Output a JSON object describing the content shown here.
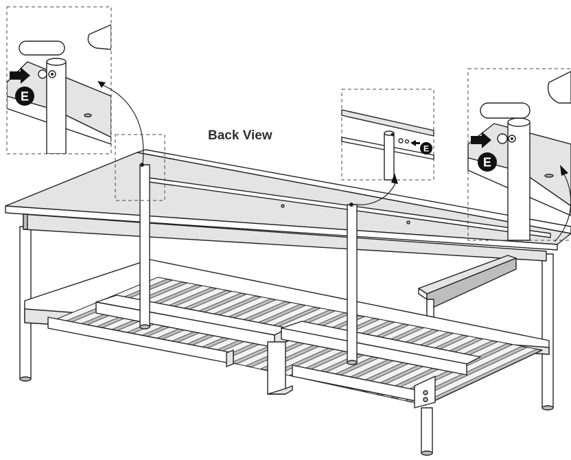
{
  "view_label": "Back View",
  "callouts": [
    {
      "part_label": "E",
      "arrow": "black-arrow-icon"
    },
    {
      "part_label": "E",
      "arrow": "small-arrow-icon"
    },
    {
      "part_label": "E",
      "arrow": "black-arrow-icon"
    }
  ],
  "colors": {
    "line": "#222222",
    "panel_light": "#ffffff",
    "panel_mid": "#e4e4e4",
    "panel_dark": "#bdbdbd",
    "badge": "#111111"
  }
}
